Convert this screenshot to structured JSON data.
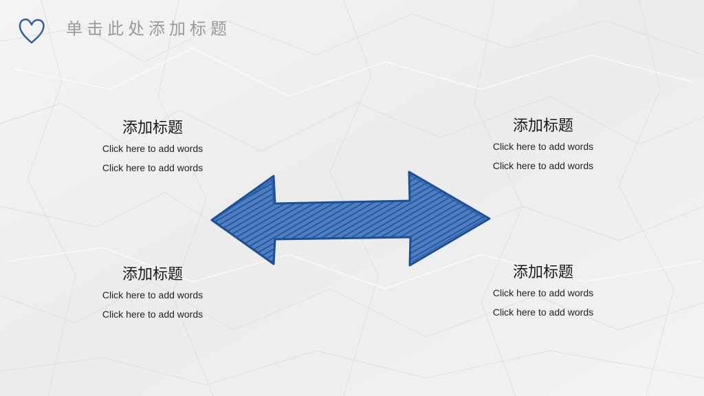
{
  "header": {
    "title": "单击此处添加标题",
    "icon": "heart-outline-icon"
  },
  "colors": {
    "accent": "#2b5fa4",
    "title": "#9a9a9a",
    "background": "#f1f1f1"
  },
  "blocks": [
    {
      "heading": "添加标题",
      "lines": [
        "Click here to add words",
        "Click here to add words"
      ]
    },
    {
      "heading": "添加标题",
      "lines": [
        "Click here to add words",
        "Click here to add words"
      ]
    },
    {
      "heading": "添加标题",
      "lines": [
        "Click here to add words",
        "Click here to add words"
      ]
    },
    {
      "heading": "添加标题",
      "lines": [
        "Click here to add words",
        "Click here to add words"
      ]
    }
  ],
  "graphic": {
    "icon": "double-arrow-icon"
  }
}
